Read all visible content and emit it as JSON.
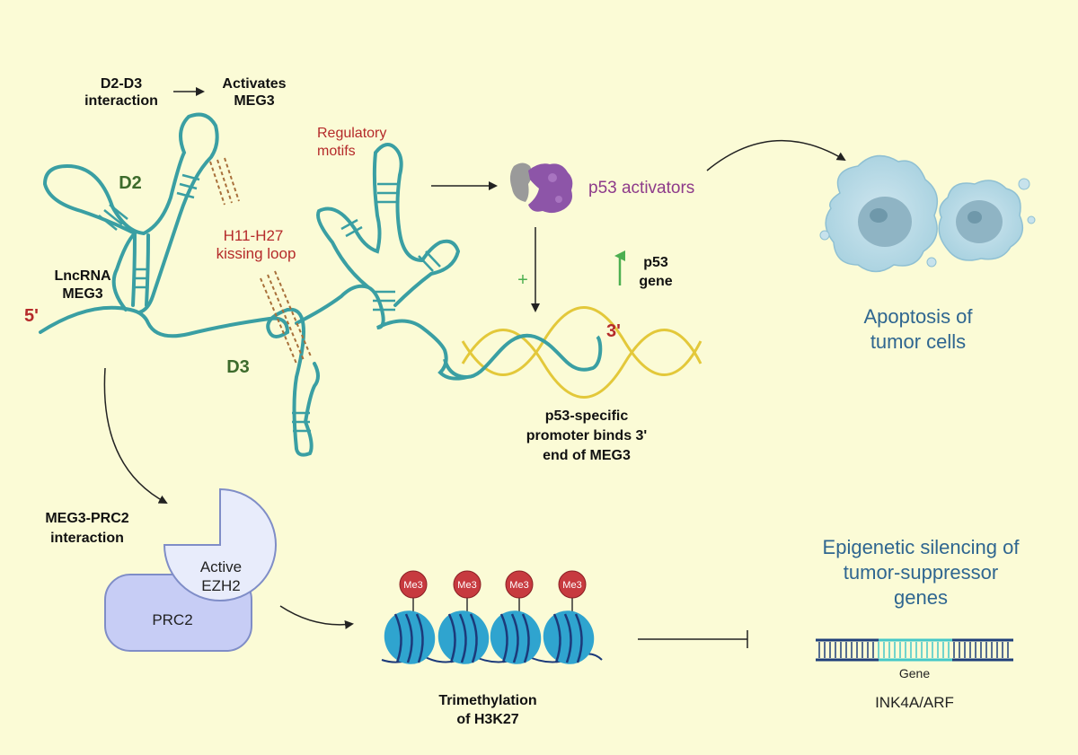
{
  "labels": {
    "d2d3_line1": "D2-D3",
    "d2d3_line2": "interaction",
    "activates_line1": "Activates",
    "activates_line2": "MEG3",
    "d2": "D2",
    "d3": "D3",
    "kissing_line1": "H11-H27",
    "kissing_line2": "kissing loop",
    "lncrna_line1": "LncRNA",
    "lncrna_line2": "MEG3",
    "five_prime": "5'",
    "three_prime": "3'",
    "regulatory_line1": "Regulatory",
    "regulatory_line2": "motifs",
    "p53_activators": "p53 activators",
    "plus": "+",
    "p53_gene_line1": "p53",
    "p53_gene_line2": "gene",
    "promoter_line1": "p53-specific",
    "promoter_line2": "promoter binds 3'",
    "promoter_line3": "end of MEG3",
    "apoptosis_line1": "Apoptosis of",
    "apoptosis_line2": "tumor cells",
    "prc2_interaction_line1": "MEG3-PRC2",
    "prc2_interaction_line2": "interaction",
    "active": "Active",
    "ezh2": "EZH2",
    "prc2": "PRC2",
    "me3": "Me3",
    "trimethylation_line1": "Trimethylation",
    "trimethylation_line2": "of H3K27",
    "epigenetic_line1": "Epigenetic silencing of",
    "epigenetic_line2": "tumor-suppressor",
    "epigenetic_line3": "genes",
    "gene": "Gene",
    "ink4a": "INK4A/ARF"
  },
  "colors": {
    "background": "#fbfbd6",
    "rna": "#3a9fa3",
    "dark_red": "#b52a2a",
    "green": "#3d6b2c",
    "purple": "#8d3a8a",
    "blue_text": "#2f6690",
    "nucleosome": "#2fa4cf",
    "me3": "#c73a3f"
  }
}
